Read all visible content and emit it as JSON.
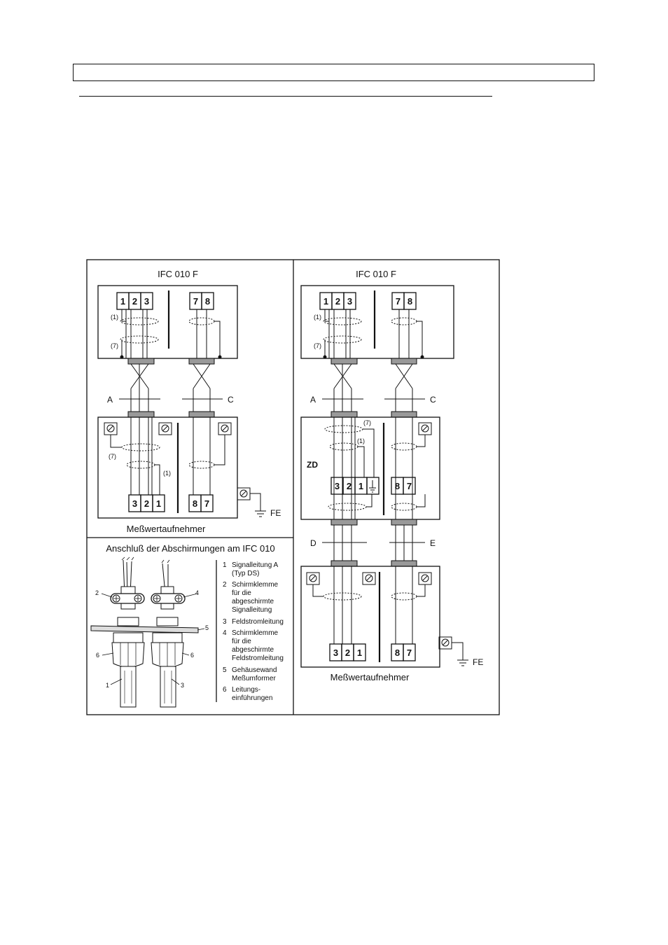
{
  "left_panel": {
    "title": "IFC 010 F",
    "converter_terminals_a": [
      "1",
      "2",
      "3"
    ],
    "converter_terminals_b": [
      "7",
      "8"
    ],
    "shield_label_1": "(1)",
    "shield_label_7": "(7)",
    "cable_a": "A",
    "cable_c": "C",
    "sensor_shield_7": "(7)",
    "sensor_shield_1": "(1)",
    "sensor_terminals_a": [
      "3",
      "2",
      "1"
    ],
    "sensor_terminals_b": [
      "8",
      "7"
    ],
    "fe_label": "FE",
    "sensor_label": "Meßwertaufnehmer"
  },
  "right_panel": {
    "title": "IFC 010 F",
    "converter_terminals_a": [
      "1",
      "2",
      "3"
    ],
    "converter_terminals_b": [
      "7",
      "8"
    ],
    "shield_label_1": "(1)",
    "shield_label_7": "(7)",
    "cable_a": "A",
    "cable_c": "C",
    "zd_label": "ZD",
    "zd_shield_7": "(7)",
    "zd_shield_1": "(1)",
    "zd_terminals_a": [
      "3",
      "2",
      "1"
    ],
    "zd_terminals_b": [
      "8",
      "7"
    ],
    "cable_d": "D",
    "cable_e": "E",
    "sensor_terminals_a": [
      "3",
      "2",
      "1"
    ],
    "sensor_terminals_b": [
      "8",
      "7"
    ],
    "fe_label": "FE",
    "sensor_label": "Meßwertaufnehmer"
  },
  "shield_panel": {
    "title": "Anschluß der Abschirmungen am IFC 010",
    "callouts": [
      "2",
      "4",
      "5",
      "6",
      "6",
      "1",
      "3"
    ],
    "legend": [
      {
        "num": "1",
        "lines": [
          "Signalleitung A",
          "(Typ DS)"
        ]
      },
      {
        "num": "2",
        "lines": [
          "Schirmklemme",
          "für die",
          "abgeschirmte",
          "Signalleitung"
        ]
      },
      {
        "num": "3",
        "lines": [
          "Feldstromleitung"
        ]
      },
      {
        "num": "4",
        "lines": [
          "Schirmklemme",
          "für die",
          "abgeschirmte",
          "Feldstromleitung"
        ]
      },
      {
        "num": "5",
        "lines": [
          "Gehäusewand",
          "Meßumformer"
        ]
      },
      {
        "num": "6",
        "lines": [
          "Leitungs-",
          "einführungen"
        ]
      }
    ]
  }
}
